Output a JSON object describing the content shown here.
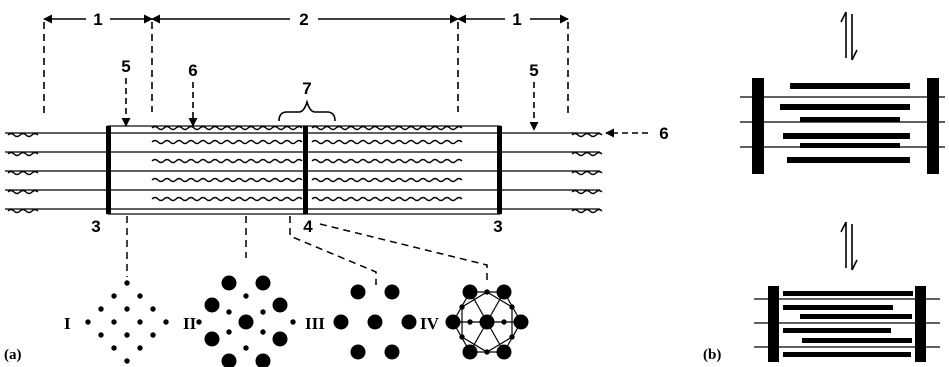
{
  "figure": {
    "panel_a": "(a)",
    "panel_b": "(b)",
    "dimensions": {
      "outer": "1",
      "middle": "2"
    },
    "callouts": {
      "z_line": "3",
      "m_line": "4",
      "thin_filament": "5",
      "thick_filament": "6",
      "h_zone": "7"
    },
    "cross_sections": [
      "I",
      "II",
      "III",
      "IV"
    ]
  }
}
